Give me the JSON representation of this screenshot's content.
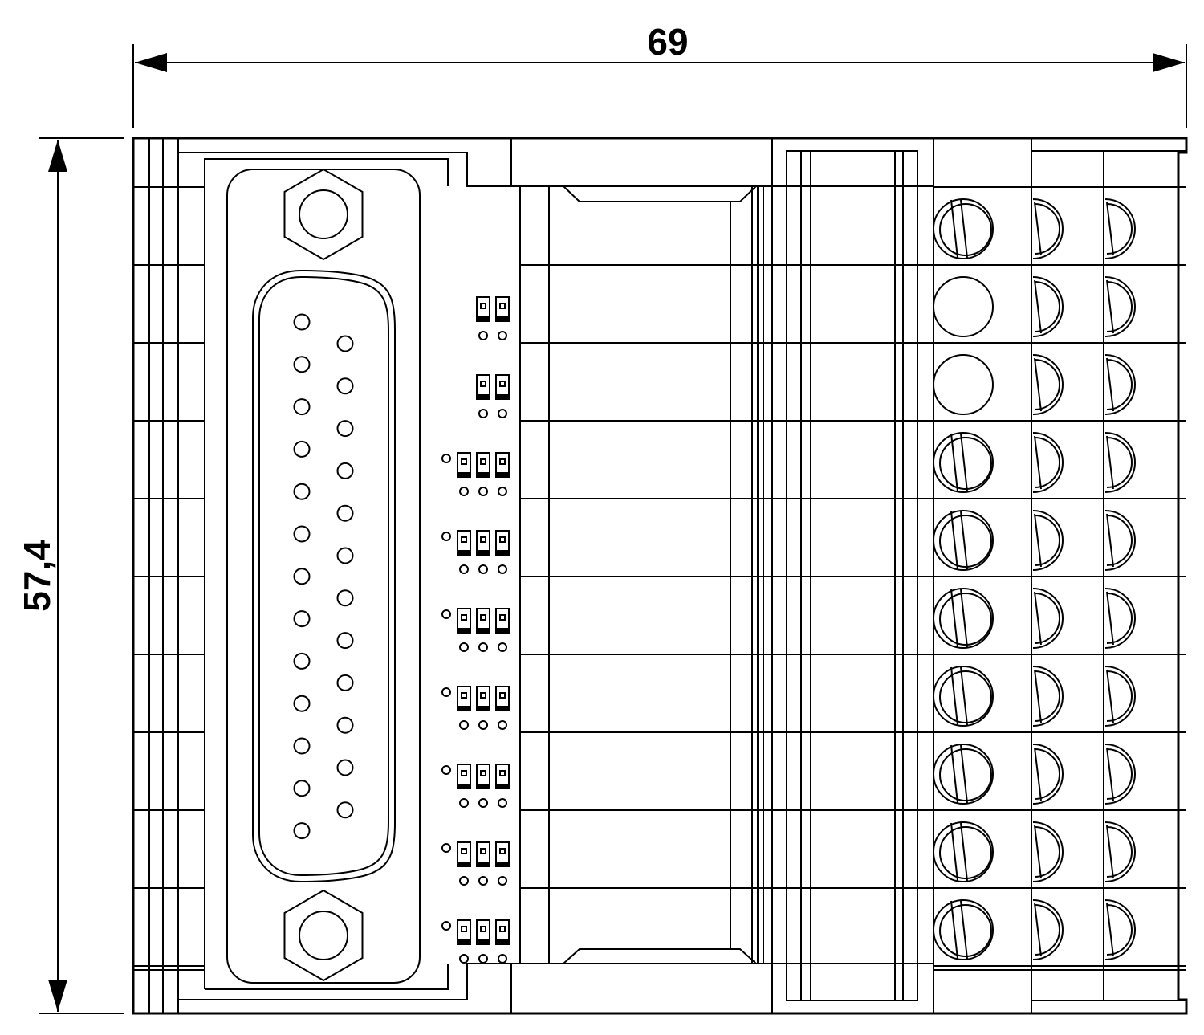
{
  "dimensions": {
    "width": "69",
    "height": "57,4"
  },
  "diagram": {
    "subject": "terminal-block-interface-module",
    "connector": "d-sub-25",
    "d_sub_pins": {
      "top_row": 13,
      "bottom_row": 12
    },
    "terminal_rows": 10,
    "terminal_columns": 3,
    "screws_missing_rows": [
      2,
      3
    ],
    "led_groups": [
      {
        "row": 2,
        "leds": 2,
        "indicator": false
      },
      {
        "row": 3,
        "leds": 2,
        "indicator": false
      },
      {
        "row": 4,
        "leds": 3,
        "indicator": true
      },
      {
        "row": 5,
        "leds": 3,
        "indicator": true
      },
      {
        "row": 6,
        "leds": 3,
        "indicator": true
      },
      {
        "row": 7,
        "leds": 3,
        "indicator": true
      },
      {
        "row": 8,
        "leds": 3,
        "indicator": true
      },
      {
        "row": 9,
        "leds": 3,
        "indicator": true
      },
      {
        "row": 10,
        "leds": 3,
        "indicator": true
      }
    ],
    "line_color": "#000000",
    "background_color": "#ffffff"
  }
}
